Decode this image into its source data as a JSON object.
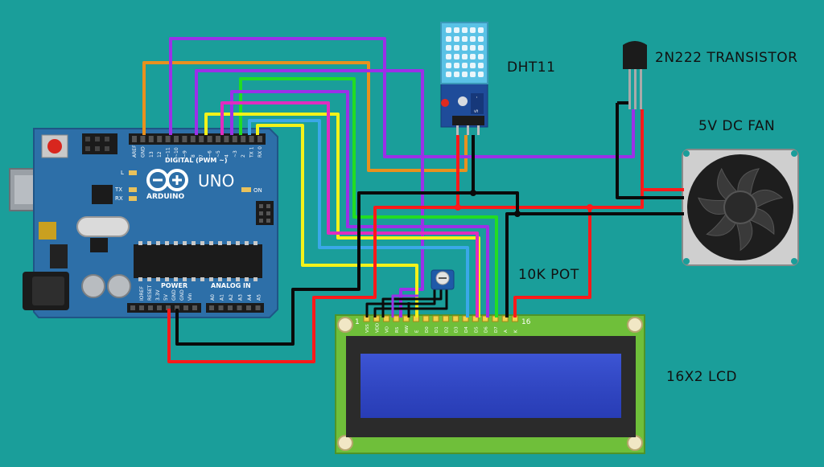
{
  "labels": {
    "dht11": "DHT11",
    "transistor": "2N222 TRANSISTOR",
    "fan": "5V DC FAN",
    "pot": "10K POT",
    "lcd": "16X2 LCD"
  },
  "arduino": {
    "brand": "ARDUINO",
    "model": "UNO",
    "digital_header": "DIGITAL (PWM ~)",
    "power_header": "POWER",
    "analog_header": "ANALOG IN",
    "on_label": "ON",
    "tx_label": "TX",
    "rx_label": "RX",
    "l_label": "L",
    "digital_pins": [
      "AREF",
      "GND",
      "13",
      "12",
      "~11",
      "~10",
      "~9",
      "8",
      "7",
      "~6",
      "~5",
      "4",
      "~3",
      "2",
      "TX 1",
      "RX 0"
    ],
    "power_pins": [
      "IOREF",
      "RESET",
      "3.3V",
      "5V",
      "GND",
      "GND",
      "Vin"
    ],
    "analog_pins": [
      "A0",
      "A1",
      "A2",
      "A3",
      "A4",
      "A5"
    ]
  },
  "dht_module": {
    "pins": [
      "S",
      "",
      "-"
    ]
  },
  "lcd": {
    "pin_start": "1",
    "pin_end": "16",
    "pin_labels": [
      "VSS",
      "VDD",
      "VO",
      "RS",
      "RW",
      "E",
      "D0",
      "D1",
      "D2",
      "D3",
      "D4",
      "D5",
      "D6",
      "D7",
      "A",
      "K"
    ]
  },
  "colors": {
    "background": "#1a9e9a",
    "board": "#2d6fa8",
    "wire_orange": "#e8911e",
    "wire_purple": "#9b30e8",
    "wire_green": "#22dd22",
    "wire_yellow": "#f2f21a",
    "wire_magenta": "#e02dc0",
    "wire_blue": "#3aa8e8",
    "wire_red": "#ff1a1a",
    "wire_black": "#0a0a0a",
    "lcd_screen": "#2f46c8",
    "lcd_pcb": "#6fbf3a"
  }
}
